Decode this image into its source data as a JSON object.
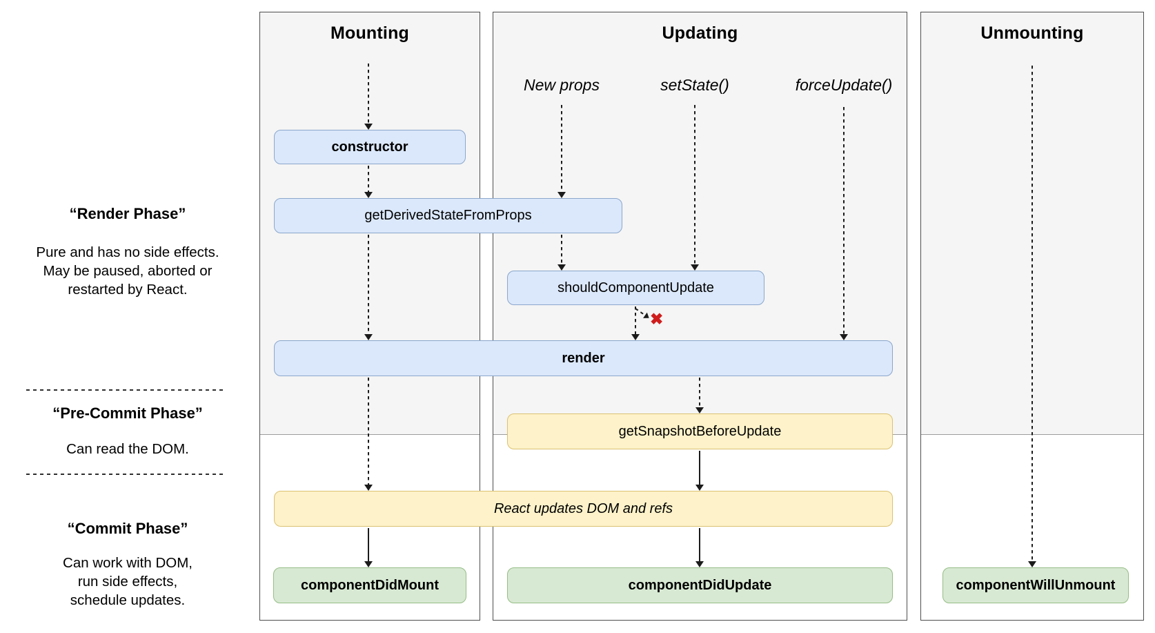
{
  "panels": {
    "mounting": {
      "title": "Mounting"
    },
    "updating": {
      "title": "Updating",
      "triggers": {
        "new_props": "New props",
        "set_state": "setState()",
        "force_update": "forceUpdate()"
      }
    },
    "unmounting": {
      "title": "Unmounting"
    }
  },
  "sidebar": {
    "render_phase": {
      "title": "“Render Phase”",
      "line1": "Pure and has no side effects.",
      "line2": "May be paused, aborted or",
      "line3": "restarted by React."
    },
    "pre_commit_phase": {
      "title": "“Pre-Commit Phase”",
      "line1": "Can read the DOM."
    },
    "commit_phase": {
      "title": "“Commit Phase”",
      "line1": "Can work with DOM,",
      "line2": "run side effects,",
      "line3": "schedule updates."
    }
  },
  "boxes": {
    "constructor": {
      "label": "constructor"
    },
    "get_derived_state_from_props": {
      "label": "getDerivedStateFromProps"
    },
    "should_component_update": {
      "label": "shouldComponentUpdate"
    },
    "render": {
      "label": "render"
    },
    "get_snapshot_before_update": {
      "label": "getSnapshotBeforeUpdate"
    },
    "react_updates_dom": {
      "label": "React updates DOM and refs"
    },
    "component_did_mount": {
      "label": "componentDidMount"
    },
    "component_did_update": {
      "label": "componentDidUpdate"
    },
    "component_will_unmount": {
      "label": "componentWillUnmount"
    }
  },
  "markers": {
    "stop_x": "✖"
  },
  "colors": {
    "panel_bg": "#f5f5f5",
    "panel_border": "#4d4d4d",
    "node_blue_fill": "#dbe8fb",
    "node_blue_border": "#8aa6cb",
    "node_yellow_fill": "#fdf2c9",
    "node_yellow_border": "#dcc171",
    "node_green_fill": "#d8e9d3",
    "node_green_border": "#94bd85",
    "arrow": "#1b1b1b",
    "stop_x_red": "#cf1d1d"
  }
}
